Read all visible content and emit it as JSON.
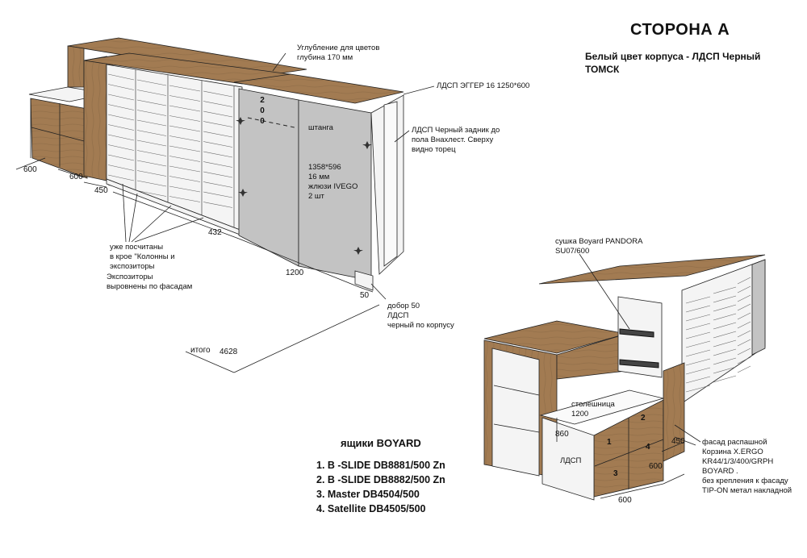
{
  "title": "СТОРОНА А",
  "subtitle": "Белый цвет корпуса - ЛДСП Черный\nТОМСК",
  "annotations": {
    "recess": "Углубление для цветов\nглубина 170 мм",
    "top_board": "ЛДСП ЭГГЕР 16  1250*600",
    "back_panel": "ЛДСП Черный задник до\nпола Внахлест. Сверху\nвидно торец",
    "rod": "штанга",
    "blinds": "1358*596\n16 мм\nжлюзи IVEGO\n2 шт",
    "counted": "уже посчитаны\nв крое \"Колонны и\nэкспозиторы",
    "aligned": "Экспозиторы\nвыровнены по фасадам",
    "filler": "добор 50\nЛДСП\nчерный по корпусу",
    "total_label": "итого",
    "dryer": "сушка Boyard PANDORA\nSU07/600",
    "countertop": "столешница\n1200",
    "ldsp": "ЛДСП",
    "basket": "фасад распашной\nКорзина X.ERGO\nKR44/1/3/400/GRPH\nBOYARD  .\nбез крепления к фасаду\nTIP-ON метал накладной"
  },
  "dimensions": {
    "d200": "2\n0\n0",
    "d600a": "600",
    "d600b": "600",
    "d450a": "450",
    "d432": "432",
    "d1200": "1200",
    "d50": "50",
    "total": "4628",
    "d860": "860",
    "d450b": "450",
    "d600c": "600",
    "d600d": "600"
  },
  "drawer_numbers": [
    "1",
    "2",
    "3",
    "4"
  ],
  "boyard": {
    "title": "ящики BOYARD",
    "items": [
      "1. B -SLIDE DB8881/500 Zn",
      "2.  B -SLIDE DB8882/500 Zn",
      "3.  Master DB4504/500",
      "4. Satellite DB4505/500"
    ]
  },
  "colors": {
    "wood": "#a27b52",
    "wood_dark": "#8a6440",
    "white_panel": "#f4f4f4",
    "grey_door": "#c3c3c3",
    "line": "#222222"
  }
}
